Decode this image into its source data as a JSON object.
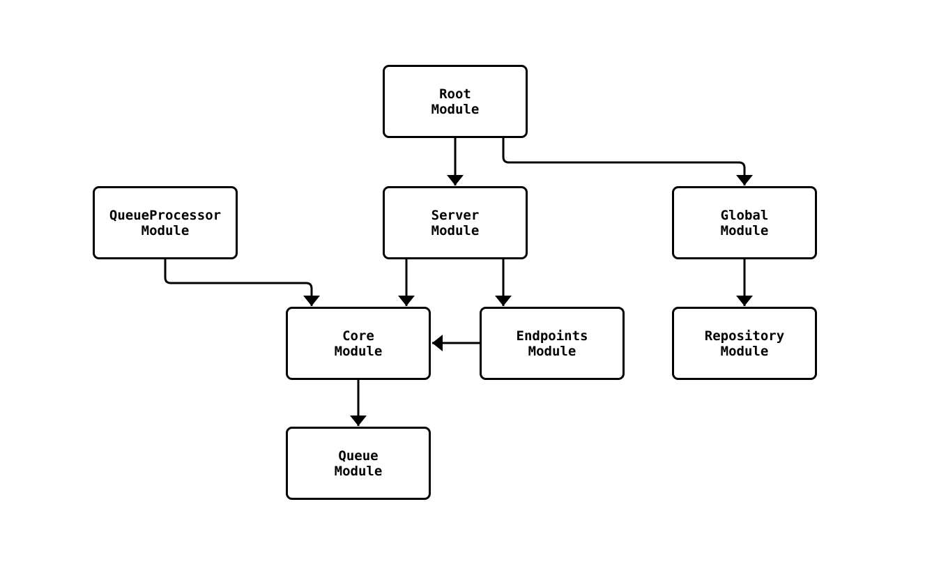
{
  "diagram": {
    "type": "flowchart",
    "background_color": "#ffffff",
    "node_border_color": "#000000",
    "node_fill_color": "#ffffff",
    "edge_color": "#000000",
    "text_color": "#000000"
  },
  "nodes": [
    {
      "id": "root",
      "line1": "Root",
      "line2": "Module"
    },
    {
      "id": "queueprocessor",
      "line1": "QueueProcessor",
      "line2": "Module"
    },
    {
      "id": "server",
      "line1": "Server",
      "line2": "Module"
    },
    {
      "id": "global",
      "line1": "Global",
      "line2": "Module"
    },
    {
      "id": "core",
      "line1": "Core",
      "line2": "Module"
    },
    {
      "id": "endpoints",
      "line1": "Endpoints",
      "line2": "Module"
    },
    {
      "id": "repository",
      "line1": "Repository",
      "line2": "Module"
    },
    {
      "id": "queue",
      "line1": "Queue",
      "line2": "Module"
    }
  ],
  "edges": [
    {
      "from": "root",
      "to": "server"
    },
    {
      "from": "root",
      "to": "global"
    },
    {
      "from": "queueprocessor",
      "to": "core"
    },
    {
      "from": "server",
      "to": "core"
    },
    {
      "from": "server",
      "to": "endpoints"
    },
    {
      "from": "endpoints",
      "to": "core"
    },
    {
      "from": "global",
      "to": "repository"
    },
    {
      "from": "core",
      "to": "queue"
    }
  ]
}
